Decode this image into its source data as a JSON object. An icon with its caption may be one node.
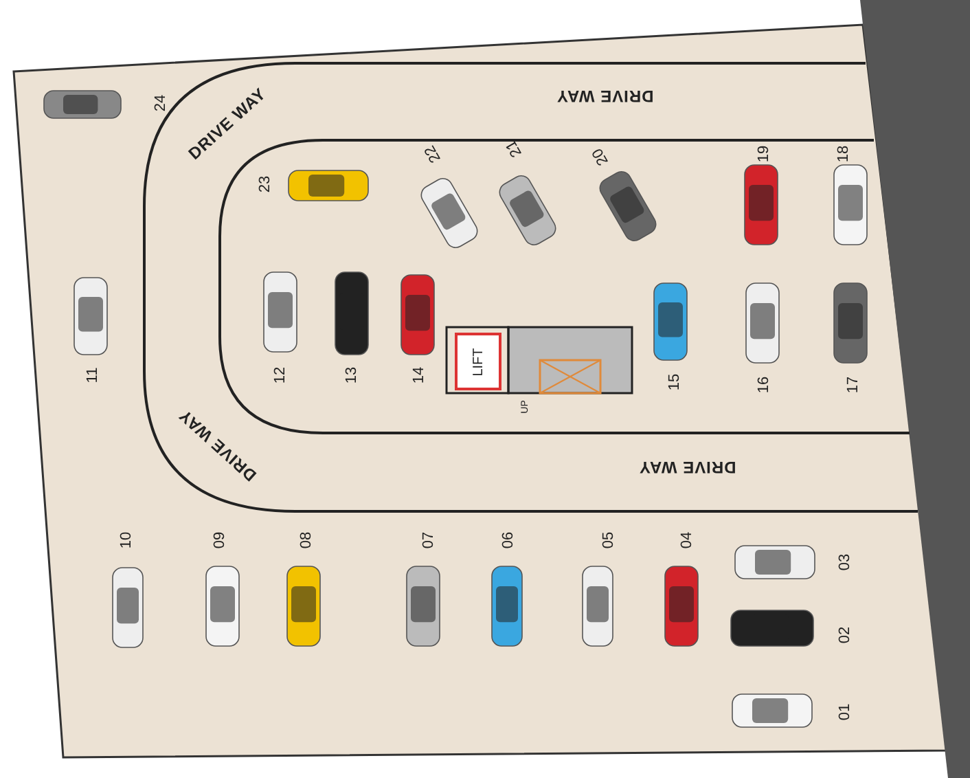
{
  "diagram": {
    "nodes": [
      {
        "text": [
          "LIFT"
        ]
      }
    ],
    "labels": [
      "24",
      "DRIVE WAY",
      "DRIVE WAY",
      "23",
      "22",
      "21",
      "20",
      "19",
      "18",
      "11",
      "12",
      "13",
      "14",
      "15",
      "16",
      "17",
      "UP",
      "DRIVE WAY",
      "DRIVE WAY",
      "10",
      "09",
      "08",
      "07",
      "06",
      "05",
      "04",
      "03",
      "02",
      "01"
    ]
  }
}
